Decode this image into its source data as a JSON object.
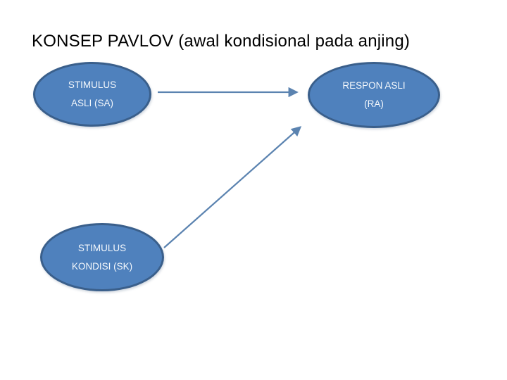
{
  "slide": {
    "title": "KONSEP PAVLOV (awal kondisional pada anjing)",
    "background_color": "#ffffff",
    "title_color": "#000000"
  },
  "diagram": {
    "nodes": [
      {
        "id": "stimulus-asli",
        "line1": "STIMULUS",
        "line2": "ASLI (SA)"
      },
      {
        "id": "respon-asli",
        "line1": "RESPON ASLI",
        "line2": "(RA)"
      },
      {
        "id": "stimulus-kondisi",
        "line1": "STIMULUS",
        "line2": "KONDISI (SK)"
      }
    ],
    "connectors": [
      {
        "type": "straight-arrow",
        "from": "STIMULUS ASLI (SA)",
        "to": "RESPON ASLI (RA)"
      },
      {
        "type": "straight-arrow",
        "from": "STIMULUS KONDISI (SK)",
        "to": "RESPON ASLI (RA)"
      }
    ],
    "colors": {
      "node_fill": "#4f81bd",
      "node_border": "#3a5f8b",
      "node_text": "#f4f8fc",
      "connector": "#5b83b0"
    }
  }
}
